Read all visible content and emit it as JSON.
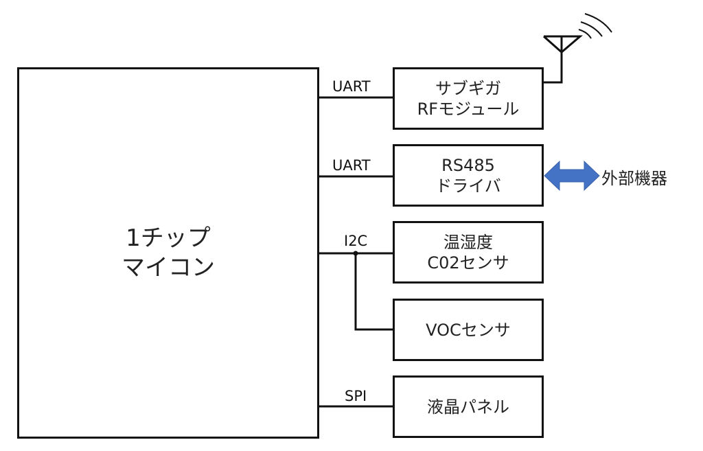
{
  "mcu": {
    "line1": "1チップ",
    "line2": "マイコン"
  },
  "buses": {
    "uart1": "UART",
    "uart2": "UART",
    "i2c": "I2C",
    "spi": "SPI"
  },
  "blocks": {
    "rf": {
      "line1": "サブギガ",
      "line2": "RFモジュール"
    },
    "rs485": {
      "line1": "RS485",
      "line2": "ドライバ"
    },
    "env": {
      "line1": "温湿度",
      "line2": "C02センサ"
    },
    "voc": {
      "line1": "VOCセンサ"
    },
    "lcd": {
      "line1": "液晶パネル"
    }
  },
  "external": {
    "label": "外部機器"
  },
  "colors": {
    "arrow": "#4472C4",
    "line": "#111111"
  }
}
